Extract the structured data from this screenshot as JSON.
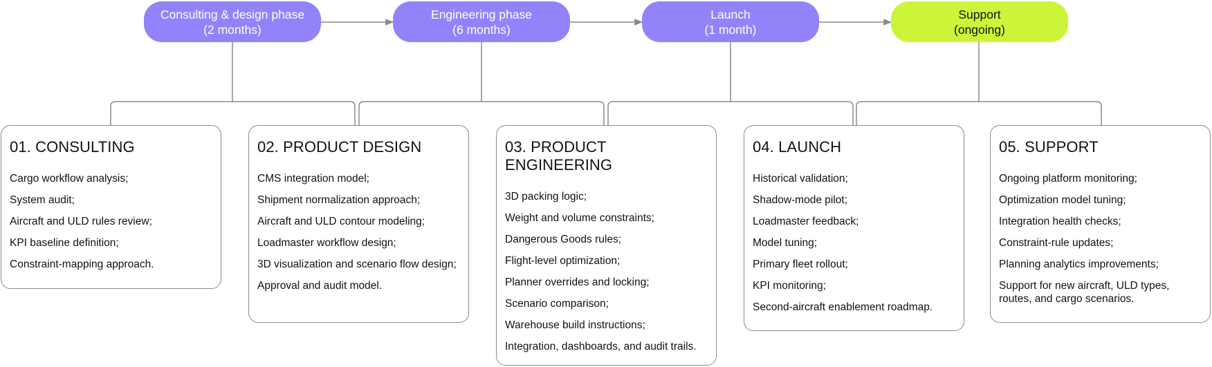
{
  "phases": [
    {
      "name": "Consulting & design phase",
      "duration": "(2 months)"
    },
    {
      "name": "Engineering phase",
      "duration": "(6 months)"
    },
    {
      "name": "Launch",
      "duration": "(1 month)"
    },
    {
      "name": "Support",
      "duration": "(ongoing)"
    }
  ],
  "colors": {
    "phase": "#9283fb",
    "support": "#ccf53a",
    "line": "#8a8a8a"
  },
  "cards": [
    {
      "title": "01. CONSULTING",
      "items": [
        "Cargo workflow analysis;",
        "System audit;",
        "Aircraft and ULD rules review;",
        "KPI baseline definition;",
        "Constraint-mapping approach."
      ]
    },
    {
      "title": "02. PRODUCT DESIGN",
      "items": [
        "CMS integration model;",
        "Shipment normalization approach;",
        "Aircraft and ULD contour modeling;",
        "Loadmaster workflow design;",
        "3D visualization and scenario flow design;",
        "Approval and audit model."
      ]
    },
    {
      "title": "03. PRODUCT ENGINEERING",
      "items": [
        "3D packing logic;",
        "Weight and volume constraints;",
        "Dangerous Goods rules;",
        "Flight-level optimization;",
        "Planner overrides and locking;",
        "Scenario comparison;",
        "Warehouse build instructions;",
        "Integration, dashboards, and audit trails."
      ]
    },
    {
      "title": "04. LAUNCH",
      "items": [
        "Historical validation;",
        "Shadow-mode pilot;",
        "Loadmaster feedback;",
        "Model tuning;",
        "Primary fleet rollout;",
        "KPI monitoring;",
        "Second-aircraft enablement roadmap."
      ]
    },
    {
      "title": "05. SUPPORT",
      "items": [
        "Ongoing platform monitoring;",
        "Optimization model tuning;",
        "Integration health checks;",
        "Constraint-rule updates;",
        "Planning analytics improvements;",
        "Support for new aircraft, ULD types, routes, and cargo scenarios."
      ]
    }
  ]
}
